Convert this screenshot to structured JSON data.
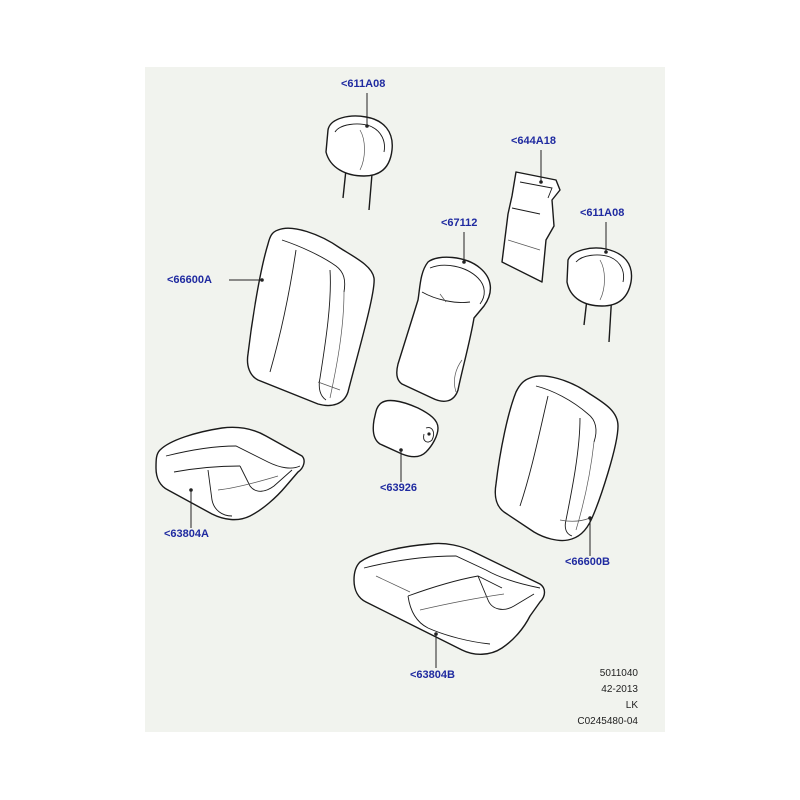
{
  "callouts": {
    "headrest_left": "<611A08",
    "mat": "<644A18",
    "headrest_right": "<611A08",
    "armrest_back": "<67112",
    "backrest_left": "<66600A",
    "armrest_lid": "<63926",
    "cushion_left": "<63804A",
    "backrest_right": "<66600B",
    "cushion_right": "<63804B"
  },
  "reference": {
    "line1": "5011040",
    "line2": "42-2013",
    "line3": "LK",
    "line4": "C0245480-04"
  },
  "colors": {
    "sheet": "#f1f3ee",
    "callout": "#1f2aa0",
    "line": "#1a1a1a"
  }
}
